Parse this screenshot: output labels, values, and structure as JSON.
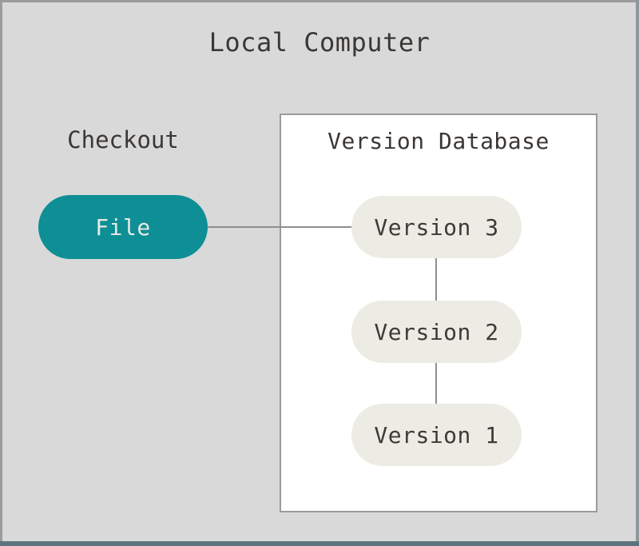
{
  "diagram": {
    "title": "Local Computer",
    "checkout": {
      "label": "Checkout"
    },
    "file_node": {
      "label": "File"
    },
    "version_database": {
      "title": "Version Database",
      "versions": [
        {
          "label": "Version 3"
        },
        {
          "label": "Version 2"
        },
        {
          "label": "Version 1"
        }
      ]
    }
  },
  "colors": {
    "background": "#d9d9d9",
    "frame_border": "#9b9b9b",
    "frame_right": "#8f989b",
    "frame_bottom": "#5e747d",
    "heading_text": "#3b3734",
    "box_background": "#ffffff",
    "box_border": "#9b9b9b",
    "line": "#8f8f8f",
    "file_fill": "#0e8f96",
    "file_text": "#e9e9e3",
    "version_fill": "#ecece4",
    "version_text": "#3e3a37"
  }
}
